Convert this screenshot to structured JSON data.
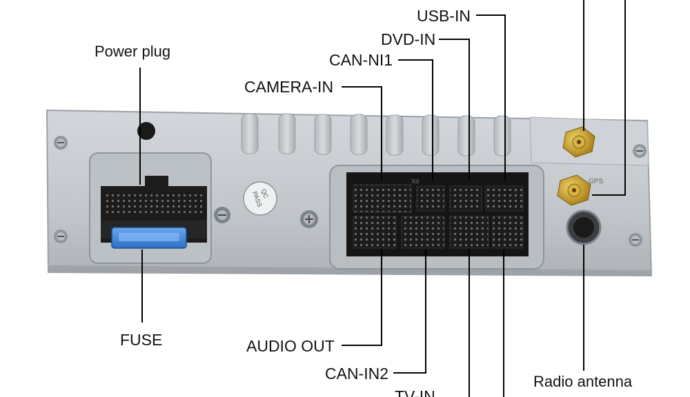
{
  "labels": {
    "usb_in": "USB-IN",
    "dvd_in": "DVD-IN",
    "can_ni1": "CAN-NI1",
    "camera_in": "CAMERA-IN",
    "power_plug": "Power plug",
    "fuse": "FUSE",
    "audio_out": "AUDIO OUT",
    "can_in2": "CAN-IN2",
    "tv_in": "TV-IN",
    "radio_antenna": "Radio antenna"
  },
  "stamp": {
    "line1": "QC",
    "line2": "PASS"
  },
  "port_marks": {
    "xd": "Xd",
    "gps": "GPS"
  },
  "colors": {
    "panel": "#c4c9ce",
    "panel_edge": "#9aa0a6",
    "connector": "#1c1c1c",
    "fuse": "#3a7fd4",
    "brass": "#c8a020",
    "leader_line": "#000000"
  }
}
